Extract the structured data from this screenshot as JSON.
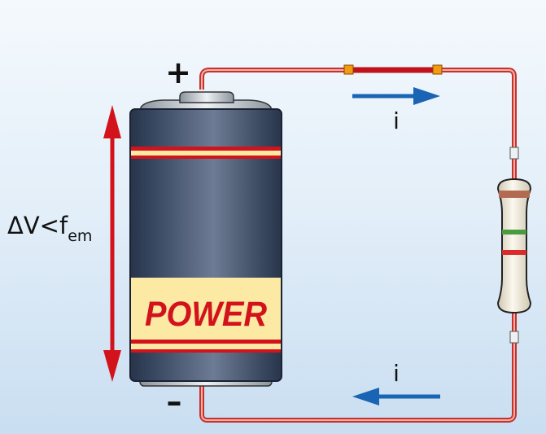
{
  "battery": {
    "label": "POWER",
    "positive_sign": "+",
    "negative_sign": "–"
  },
  "voltage_label": {
    "main": "ΔV<f",
    "subscript": "em"
  },
  "current_top": "i",
  "current_bottom": "i",
  "colors": {
    "wire": "#c8302b",
    "wire_highlight": "#f0b4aa",
    "battery_body": "#3e4d65",
    "battery_band_red": "#d3131c",
    "battery_band_yellow": "#fbe9a4",
    "voltage_arrow": "#d3131c",
    "current_arrow": "#1a64b4",
    "terminal_square": "#f29a12",
    "resistor_body": "#f2ebd8",
    "resistor_bands": [
      "#b36a52",
      "#4a9a3e",
      "#d92b2b"
    ]
  }
}
